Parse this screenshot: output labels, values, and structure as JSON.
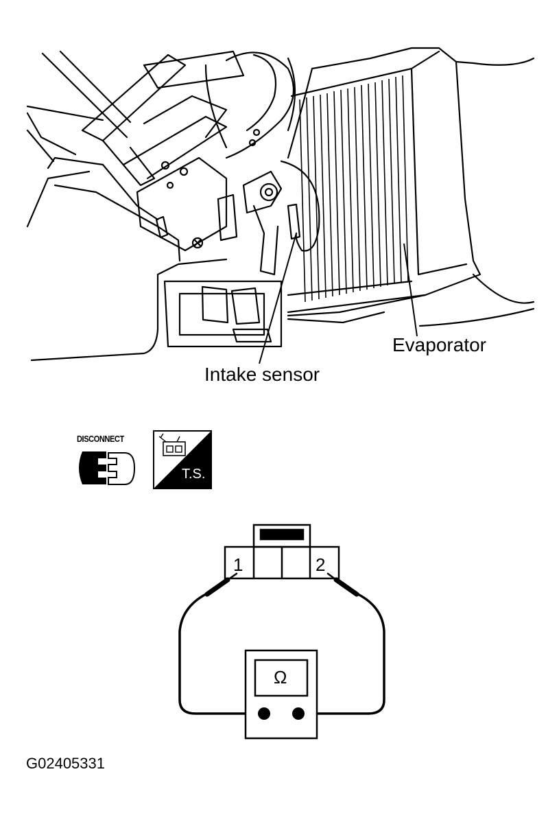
{
  "labels": {
    "evaporator": "Evaporator",
    "intake_sensor": "Intake sensor",
    "disconnect": "DISCONNECT",
    "ts": "T.S.",
    "pin1": "1",
    "pin2": "2",
    "ohm": "Ω",
    "figure_code": "G02405331"
  },
  "icons": {
    "disconnect": "disconnect-connector-icon",
    "terminal_side": "terminal-side-icon",
    "ohmmeter": "ohmmeter-icon"
  },
  "colors": {
    "line": "#000000",
    "background": "#ffffff"
  }
}
